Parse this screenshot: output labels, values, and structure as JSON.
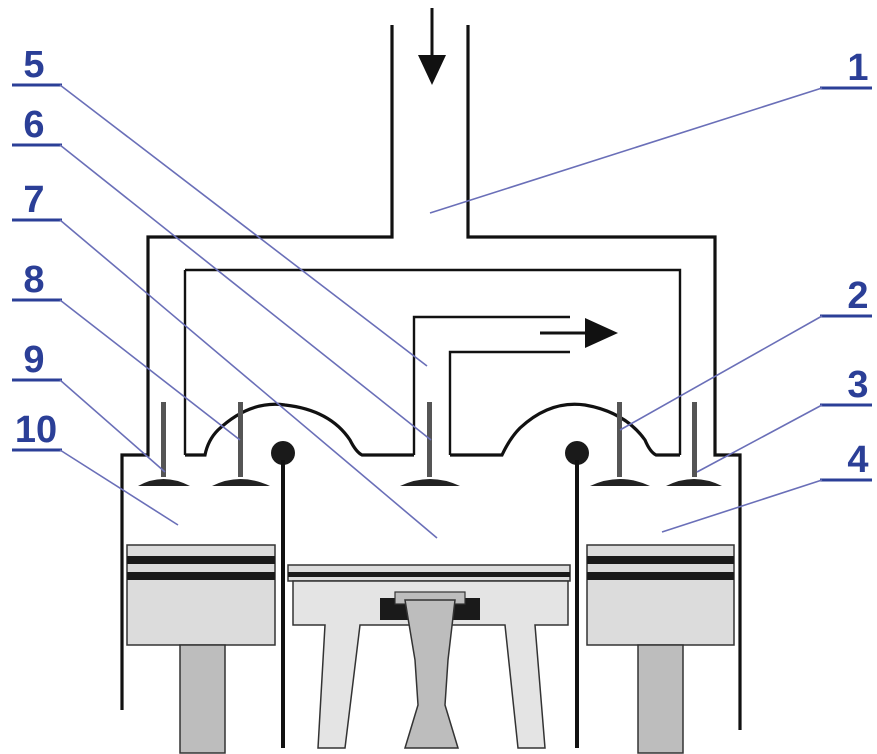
{
  "title": "",
  "labels": [
    {
      "id": "1",
      "text": "1"
    },
    {
      "id": "2",
      "text": "2"
    },
    {
      "id": "3",
      "text": "3"
    },
    {
      "id": "4",
      "text": "4"
    },
    {
      "id": "5",
      "text": "5"
    },
    {
      "id": "6",
      "text": "6"
    },
    {
      "id": "7",
      "text": "7"
    },
    {
      "id": "8",
      "text": "8"
    },
    {
      "id": "9",
      "text": "9"
    },
    {
      "id": "10",
      "text": "10"
    }
  ],
  "colors": {
    "label": "#2b3f97",
    "leader": "#6a6fb8",
    "outline": "#111111",
    "part_fill": "#dcdcdc"
  },
  "icons": {
    "inlet": "arrow-down-icon",
    "outlet": "arrow-right-icon"
  }
}
